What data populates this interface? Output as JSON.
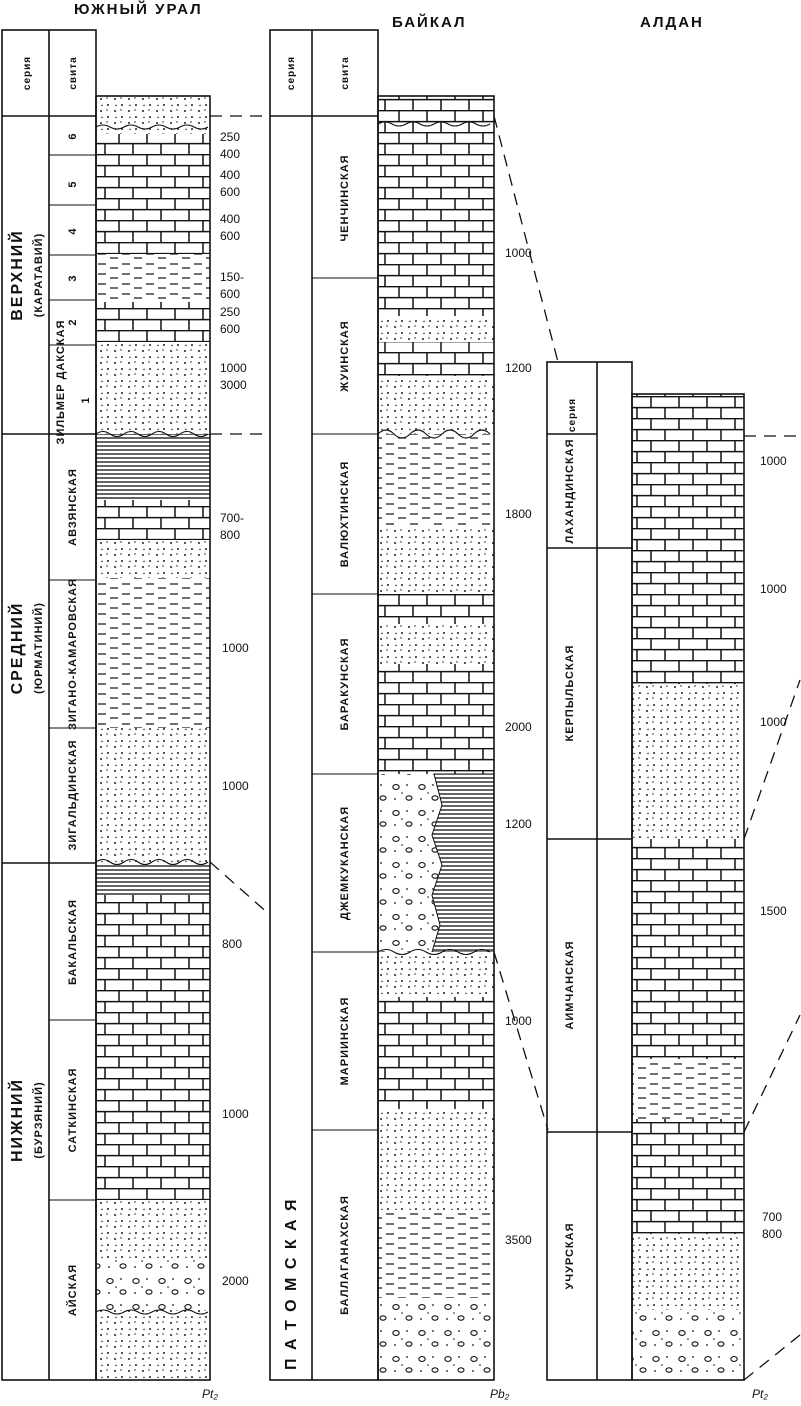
{
  "columns": [
    {
      "title": "ЮЖНЫЙ УРАЛ",
      "header": {
        "series": "серия",
        "suite": "свита"
      },
      "series": [
        {
          "name": "ВЕРХНИЙ",
          "sub": "(КАРАТАВИЙ)"
        },
        {
          "name": "СРЕДНИЙ",
          "sub": "(ЮРМАТИНИЙ)"
        },
        {
          "name": "НИЖНИЙ",
          "sub": "(БУРЗЯНИЙ)"
        }
      ],
      "suites": [
        "6",
        "5",
        "4",
        "3",
        "2",
        "ЗИЛЬМЕР ДАКСКАЯ",
        "1",
        "АВЗЯНСКАЯ",
        "ЗИГАНО-КАМАРОВСКАЯ",
        "ЗИГАЛЬДИНСКАЯ",
        "БАКАЛЬСКАЯ",
        "САТКИНСКАЯ",
        "АЙСКАЯ"
      ],
      "thickness": [
        "250",
        "400",
        "400",
        "600",
        "400",
        "600",
        "150-",
        "600",
        "250",
        "600",
        "1000",
        "3000",
        "700-",
        "800",
        "1000",
        "1000",
        "800",
        "1000",
        "2000"
      ],
      "base": "Pt₂"
    },
    {
      "title": "БАЙКАЛ",
      "header": {
        "series": "серия",
        "suite": "свита"
      },
      "series_vertical": "П А Т О М С К А Я",
      "suites": [
        "ЧЕНЧИНСКАЯ",
        "ЖУИНСКАЯ",
        "ВАЛЮХТИНСКАЯ",
        "БАРАКУНСКАЯ",
        "ДЖЕМКУКАНСКАЯ",
        "МАРИИНСКАЯ",
        "БАЛЛАГАНАХСКАЯ"
      ],
      "thickness": [
        "1000",
        "1200",
        "1800",
        "2000",
        "1200",
        "1000",
        "3500"
      ],
      "base": "Pb₂"
    },
    {
      "title": "АЛДАН",
      "header": {
        "series": "серия"
      },
      "suites": [
        "ЛАХАНДИНСКАЯ",
        "КЕРПЫЛЬСКАЯ",
        "АИМЧАНСКАЯ",
        "УЧУРСКАЯ"
      ],
      "thickness": [
        "1000",
        "1000",
        "1000",
        "1500",
        "700",
        "800"
      ],
      "base": "Pt₂"
    }
  ]
}
